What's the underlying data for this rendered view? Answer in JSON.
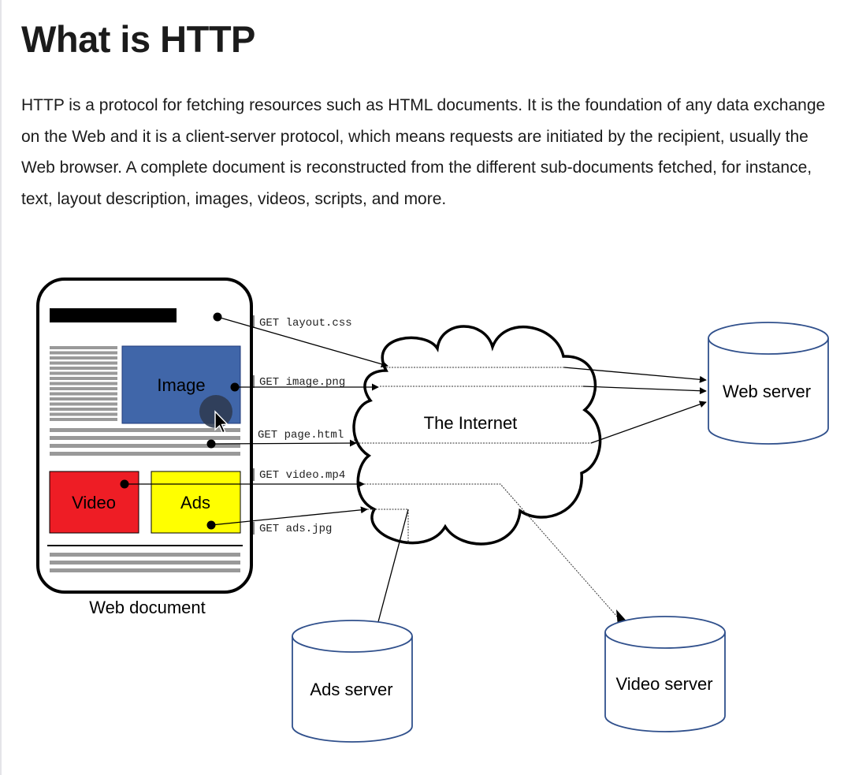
{
  "article": {
    "title": "What is HTTP",
    "intro": "HTTP is a protocol for fetching resources such as HTML documents. It is the foundation of any data exchange on the Web and it is a client-server protocol, which means requests are initiated by the recipient, usually the Web browser. A complete document is reconstructed from the different sub-documents fetched, for instance, text, layout description, images, videos, scripts, and more."
  },
  "figure": {
    "document_caption": "Web document",
    "blocks": {
      "image": "Image",
      "video": "Video",
      "ads": "Ads"
    },
    "requests": {
      "layout": "GET layout.css",
      "image": "GET image.png",
      "page": "GET page.html",
      "video": "GET video.mp4",
      "ads": "GET ads.jpg"
    },
    "internet_label": "The Internet",
    "servers": {
      "web": "Web server",
      "ads": "Ads server",
      "video": "Video server"
    },
    "colors": {
      "image_block": "#4066a9",
      "video_block": "#ee1d25",
      "ads_block": "#ffff00",
      "server_outline": "#30508c",
      "text_lines": "#999999",
      "cursor_halo": "#2d3a50"
    }
  }
}
